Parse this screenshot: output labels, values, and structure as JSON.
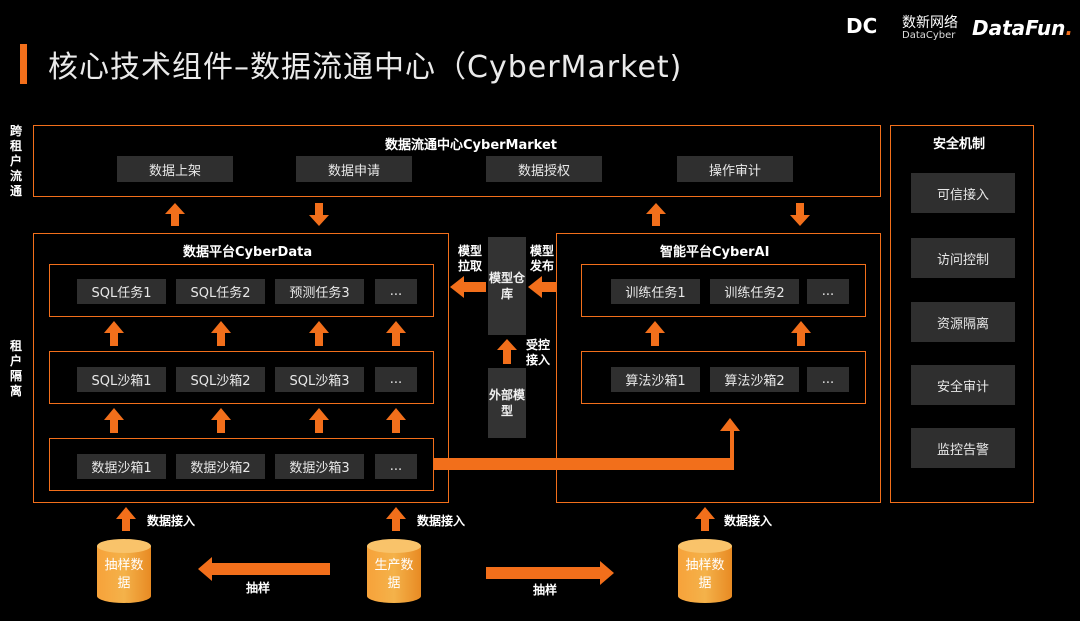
{
  "slide_title": "核心技术组件–数据流通中心（CyberMarket)",
  "logos": {
    "datacyber_mark": "DC",
    "datacyber_cn": "数新网络",
    "datacyber_en": "DataCyber",
    "datafun_main": "DataFun",
    "datafun_suffix": "."
  },
  "side_labels": {
    "cross_tenant": "跨租户流通",
    "tenant_isolation": "租户隔离"
  },
  "market": {
    "title": "数据流通中心CyberMarket",
    "items": [
      "数据上架",
      "数据申请",
      "数据授权",
      "操作审计"
    ]
  },
  "cyberdata": {
    "title": "数据平台CyberData",
    "row_tasks": [
      "SQL任务1",
      "SQL任务2",
      "预测任务3",
      "..."
    ],
    "row_sql_sandbox": [
      "SQL沙箱1",
      "SQL沙箱2",
      "SQL沙箱3",
      "..."
    ],
    "row_data_sandbox": [
      "数据沙箱1",
      "数据沙箱2",
      "数据沙箱3",
      "..."
    ]
  },
  "cyberai": {
    "title": "智能平台CyberAI",
    "row_train": [
      "训练任务1",
      "训练任务2",
      "..."
    ],
    "row_algo": [
      "算法沙箱1",
      "算法沙箱2",
      "..."
    ]
  },
  "middle": {
    "model_pull": "模型拉取",
    "model_publish": "模型发布",
    "model_repo": "模型仓库",
    "controlled_access": "受控接入",
    "external_model": "外部模型"
  },
  "security": {
    "title": "安全机制",
    "items": [
      "可信接入",
      "访问控制",
      "资源隔离",
      "安全审计",
      "监控告警"
    ]
  },
  "bottom": {
    "data_access": "数据接入",
    "sampling": "抽样",
    "sample_data": "抽样数据",
    "prod_data": "生产数据"
  },
  "colors": {
    "accent": "#f26f1b",
    "cell_bg": "#2f2f2f",
    "background": "#000000"
  }
}
